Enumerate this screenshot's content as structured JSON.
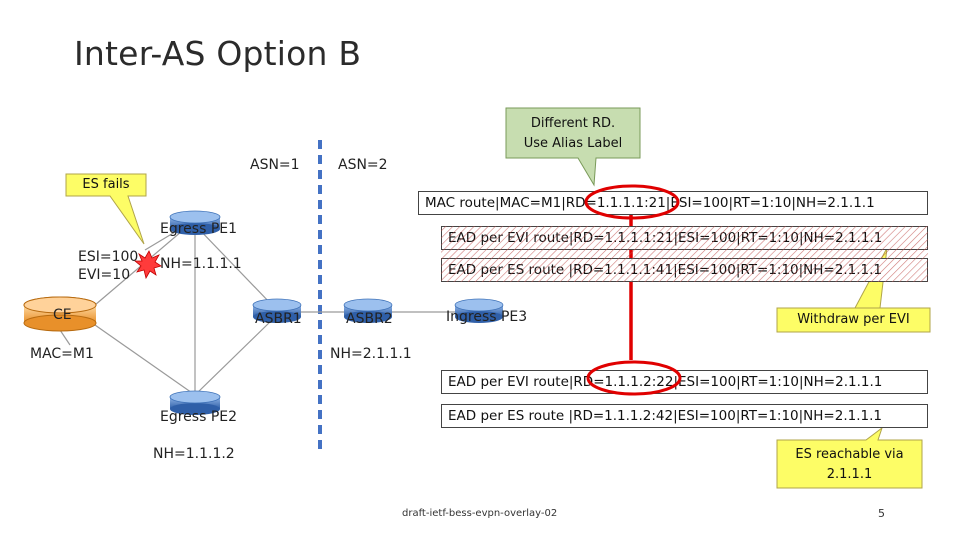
{
  "slide": {
    "title": "Inter-AS Option B",
    "footer_text": "draft-ietf-bess-evpn-overlay-02",
    "page_number": "5"
  },
  "labels": {
    "asn1": "ASN=1",
    "asn2": "ASN=2",
    "egress_pe1": "Egress PE1",
    "nh_pe1": "NH=1.1.1.1",
    "esi": "ESI=100",
    "evi": "EVI=10",
    "ce": "CE",
    "mac": "MAC=M1",
    "asbr1": "ASBR1",
    "asbr2": "ASBR2",
    "ingress_pe3": "Ingress PE3",
    "nh_asbr2": "NH=2.1.1.1",
    "egress_pe2": "Egress PE2",
    "nh_pe2": "NH=1.1.1.2"
  },
  "callouts": {
    "es_fails": "ES fails",
    "different_rd_line1": "Different RD.",
    "different_rd_line2": "Use Alias Label",
    "withdraw": "Withdraw per EVI",
    "es_reachable_line1": "ES reachable via",
    "es_reachable_line2": "2.1.1.1"
  },
  "routes": {
    "mac_route": "MAC route|MAC=M1|RD=1.1.1.1:21|ESI=100|RT=1:10|NH=2.1.1.1",
    "ead_evi_1": "EAD per EVI route|RD=1.1.1.1:21|ESI=100|RT=1:10|NH=2.1.1.1",
    "ead_es_1": "EAD per ES route |RD=1.1.1.1:41|ESI=100|RT=1:10|NH=2.1.1.1",
    "ead_evi_2": "EAD per EVI route|RD=1.1.1.2:22|ESI=100|RT=1:10|NH=2.1.1.1",
    "ead_es_2": "EAD per ES route |RD=1.1.1.2:42|ESI=100|RT=1:10|NH=2.1.1.1"
  },
  "colors": {
    "router_blue": "#3f72b8",
    "router_light": "#6e9bd6",
    "ce_orange": "#f2a24a",
    "callout_yellow": "#fdfd66",
    "callout_green": "#c7ddb0",
    "red_line": "#e00000",
    "hatch": "#c0504d",
    "dashed_blue": "#4472c4"
  }
}
